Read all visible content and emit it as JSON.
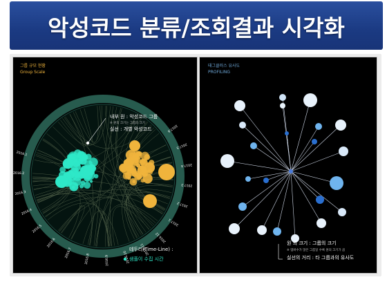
{
  "header": {
    "title": "악성코드 분류/조회결과 시각화"
  },
  "left_panel": {
    "title_ko": "그룹 규모 현황",
    "title_en": "Group Scale",
    "timeline_labels": [
      "2016.1",
      "2016.2",
      "2016.3",
      "2016.4",
      "2016.5",
      "2016.6",
      "2016.7",
      "2016.8",
      "2016.9",
      "2016.10",
      "2016.11",
      "2016.12",
      "2017.1",
      "2017.2",
      "2017.3",
      "2017.4",
      "2017.5",
      "2017.6"
    ],
    "legend_inner_circle": "내부 원 : 악성코드 그룹",
    "legend_inner_circle_note": "※ 원의 크기는 그룹의 크기",
    "legend_line": "실선 : 개별 악성코드",
    "legend_rim": "테두리(Time-Line) :",
    "legend_rim_value": "샘플이 수집 시간",
    "colors": {
      "teal": "#2ee8c8",
      "orange": "#f0b43c",
      "rim": "#2e6b5c"
    }
  },
  "right_panel": {
    "title_ko": "태그클러스 유사도",
    "title_en": "PROFILING",
    "legend_size": "원 의 크기 : 그룹의 크기",
    "legend_size_note": "※ 멤버수가 많은 그룹일 수록 원의 크기가 큼",
    "legend_distance": "실선의 거리 : 타 그룹과의 유사도",
    "colors": {
      "node_light": "#dcecf8",
      "node_mid": "#6fb4ee",
      "node_dark": "#2a6fd0",
      "accent": "#f0b43c"
    }
  }
}
